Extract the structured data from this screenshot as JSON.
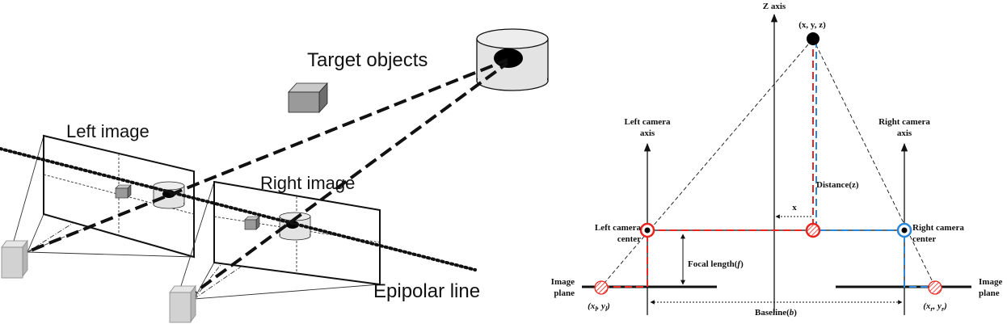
{
  "left_panel": {
    "target_label": "Target objects",
    "left_image_label": "Left image",
    "right_image_label": "Right image",
    "epipolar_label": "Epipolar line"
  },
  "right_panel": {
    "z_axis_label": "Z axis",
    "point_label": "(x, y, z)",
    "left_axis_line1": "Left camera",
    "left_axis_line2": "axis",
    "right_axis_line1": "Right camera",
    "right_axis_line2": "axis",
    "distance_label": "Distance(z)",
    "x_label": "x",
    "left_center_line1": "Left camera",
    "left_center_line2": "center",
    "right_center_line1": "Right camera",
    "right_center_line2": "center",
    "focal_label": "Focal length(f)",
    "image_plane_left_line1": "Image",
    "image_plane_left_line2": "plane",
    "image_plane_right_line1": "Image",
    "image_plane_right_line2": "plane",
    "left_coord": "(xl, yl)",
    "right_coord": "(xr, yr)",
    "baseline_label": "Baseline(b)"
  },
  "colors": {
    "left_ray": "#e8251e",
    "right_ray": "#2a86d6",
    "ink": "#111111",
    "box_gray": "#9a9a9a",
    "cylinder_fill": "#e3e3e3"
  }
}
